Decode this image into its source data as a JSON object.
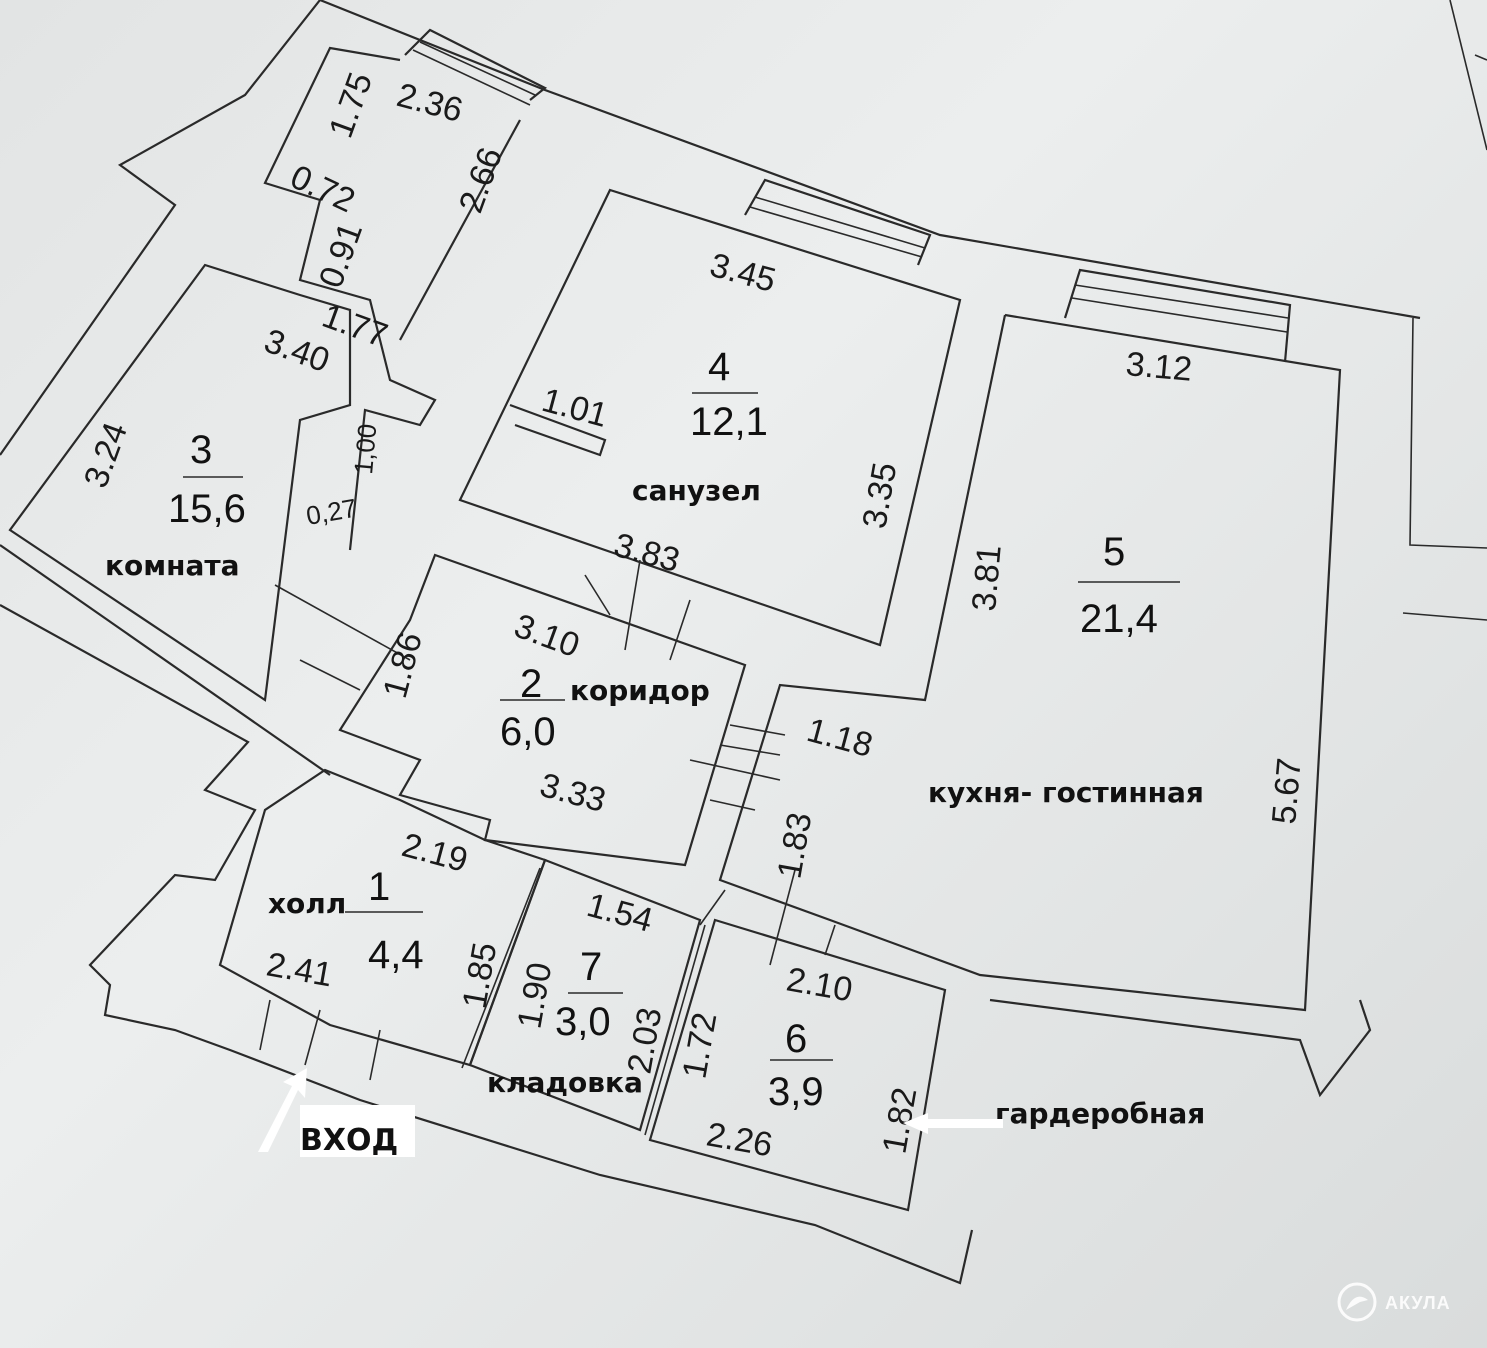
{
  "rooms": [
    {
      "num": "1",
      "area": "4,4",
      "label": "холл"
    },
    {
      "num": "2",
      "area": "6,0",
      "label": "коридор"
    },
    {
      "num": "3",
      "area": "15,6",
      "label": "комната"
    },
    {
      "num": "4",
      "area": "12,1",
      "label": "санузел"
    },
    {
      "num": "5",
      "area": "21,4",
      "label": "кухня- гостинная"
    },
    {
      "num": "6",
      "area": "3,9",
      "label": "гардеробная"
    },
    {
      "num": "7",
      "area": "3,0",
      "label": "кладовка"
    }
  ],
  "entrance_label": "ВХОД",
  "dimensions": {
    "balcony_side": "1.75",
    "balcony_top": "2.36",
    "balcony_right": "2.66",
    "d_072": "0.72",
    "d_091": "0.91",
    "d_177": "1.77",
    "r3_top": "3.40",
    "r3_left": "3.24",
    "d_100": "1,00",
    "d_027": "0,27",
    "r4_top": "3.45",
    "r4_partition": "1.01",
    "r4_right": "3.35",
    "r4_bottom": "3.83",
    "r5_top": "3.12",
    "r5_left": "3.81",
    "r5_right": "5.67",
    "r2_top": "3.10",
    "r2_left": "1.86",
    "r2_bottom": "3.33",
    "d_118": "1.18",
    "d_183": "1.83",
    "r1_top": "2.19",
    "r1_bottom": "2.41",
    "r1_right": "1.85",
    "r7_top": "1.54",
    "r7_left": "1.90",
    "r7_right": "2.03",
    "r6_top": "2.10",
    "r6_left": "1.72",
    "r6_bottom": "2.26",
    "r6_right": "1.82"
  },
  "watermark": "АКУЛА"
}
